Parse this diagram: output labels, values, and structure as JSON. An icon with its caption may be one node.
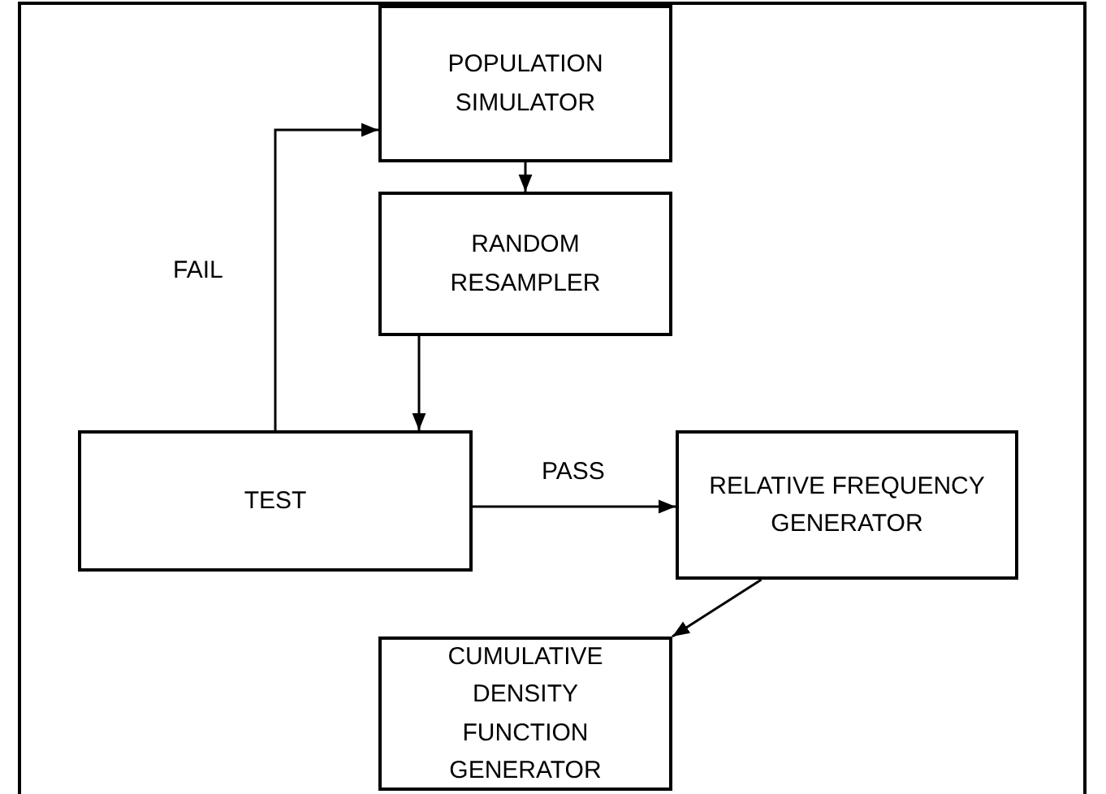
{
  "diagram": {
    "nodes": [
      {
        "text": [
          "POPULATION SIMULATOR"
        ]
      },
      {
        "text": [
          "RANDOM RESAMPLER"
        ]
      },
      {
        "text": [
          "TEST"
        ]
      },
      {
        "text": [
          "RELATIVE FREQUENCY GENERATOR"
        ]
      },
      {
        "text": [
          "CUMULATIVE DENSITY FUNCTION GENERATOR"
        ]
      }
    ],
    "edges": [
      {
        "from": 0,
        "to": 1,
        "arrow": "to"
      },
      {
        "from": 1,
        "to": 2,
        "arrow": "to"
      },
      {
        "from": 2,
        "to": 0,
        "arrow": "to",
        "label": "FAIL"
      },
      {
        "from": 2,
        "to": 3,
        "arrow": "to",
        "label": "PASS"
      },
      {
        "from": 3,
        "to": 4,
        "arrow": "to"
      }
    ]
  }
}
